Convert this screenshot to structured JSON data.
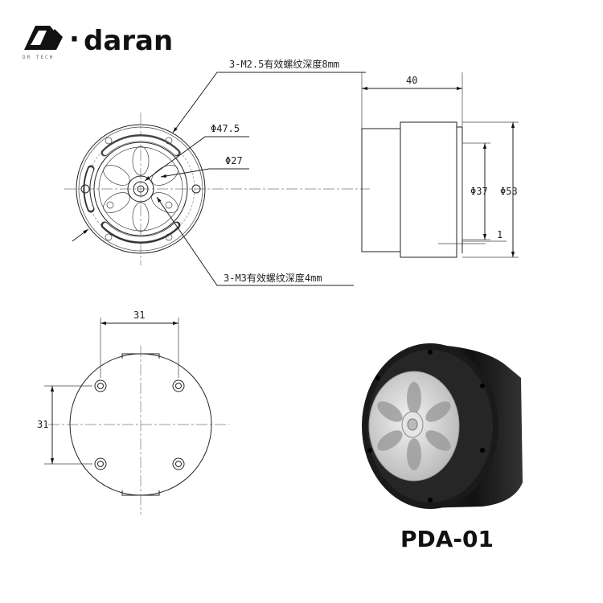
{
  "logo": {
    "brand": "daran",
    "separator": "·",
    "subtext": "DR TECH"
  },
  "front_view": {
    "callout_top": "3-M2.5有效螺纹深度8mm",
    "diameter_outer": "Φ47.5",
    "diameter_inner": "Φ27",
    "callout_bottom": "3-M3有效螺纹深度4mm"
  },
  "side_view": {
    "length": "40",
    "diameter_small": "Φ37",
    "diameter_large": "Φ53",
    "step": "1"
  },
  "rear_view": {
    "hole_spacing_x": "31",
    "hole_spacing_y": "31"
  },
  "product": {
    "model": "PDA-01"
  }
}
